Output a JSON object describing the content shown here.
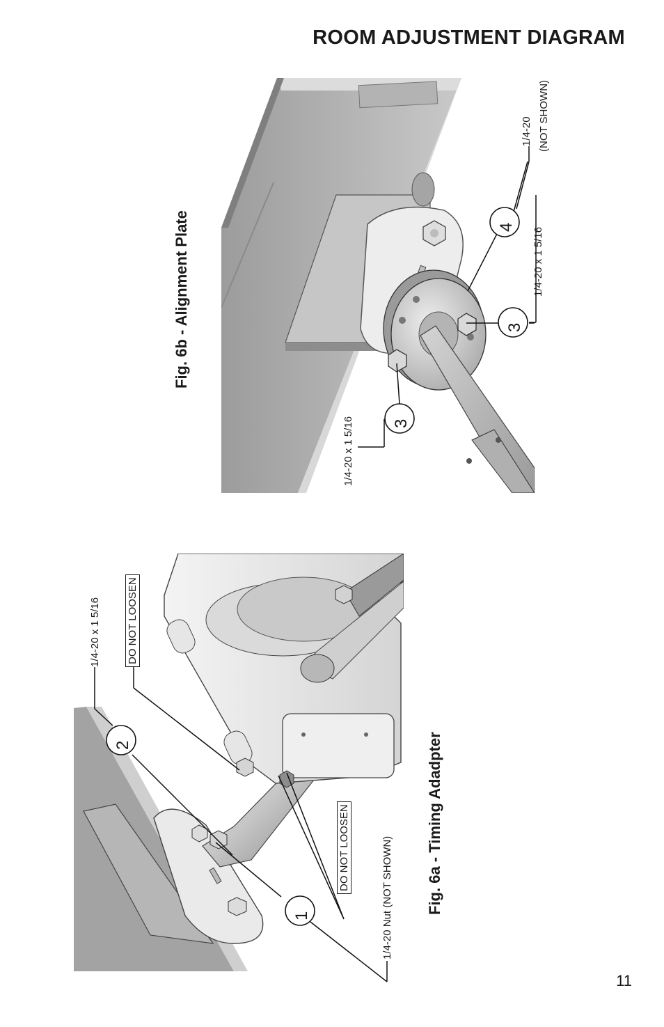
{
  "page": {
    "title": "ROOM ADJUSTMENT DIAGRAM",
    "page_number": "11"
  },
  "fig_6b": {
    "caption": "Fig. 6b - Alignment Plate",
    "callouts": {
      "c4_label": "1/4-20",
      "c4_sub": "(NOT SHOWN)",
      "c4_num": "4",
      "c3_right_label": "1/4-20 x 1 5/16",
      "c3_right_num": "3",
      "c3_left_label": "1/4-20 x 1 5/16",
      "c3_left_num": "3"
    }
  },
  "fig_6a": {
    "caption": "Fig. 6a - Timing Adadpter",
    "callouts": {
      "c2_label": "1/4-20 x 1 5/16",
      "c2_num": "2",
      "do_not_loosen_top": "DO NOT LOOSEN",
      "do_not_loosen_bottom": "DO NOT LOOSEN",
      "c1_label": "1/4-20 Nut (NOT SHOWN)",
      "c1_num": "1"
    }
  },
  "colors": {
    "ink": "#1a1a1a",
    "metal_light": "#e4e4e4",
    "metal_mid": "#b9b9b9",
    "metal_dark": "#8f8f8f"
  }
}
